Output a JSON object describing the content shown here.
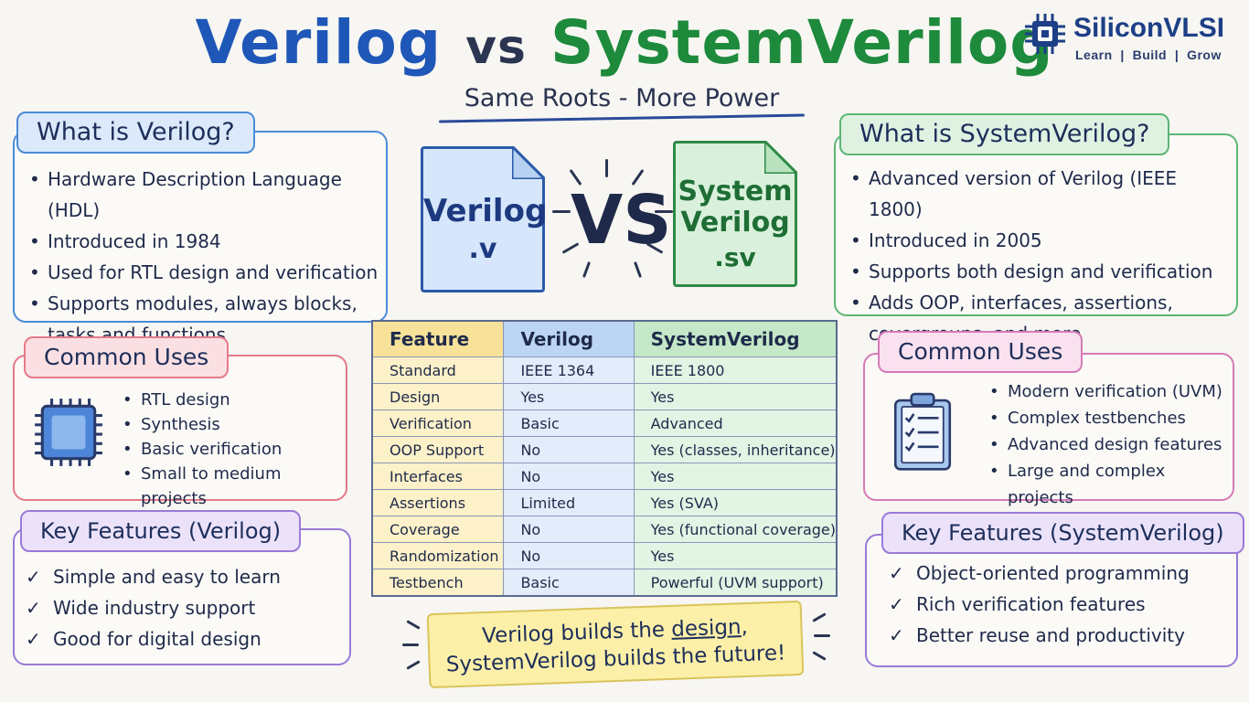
{
  "header": {
    "title_verilog": "Verilog",
    "title_vs": "vs",
    "title_systemverilog": "SystemVerilog",
    "subtitle": "Same Roots - More Power"
  },
  "logo": {
    "name_part1": "Silicon",
    "name_part2": "VLSI",
    "tagline": "Learn  |  Build  |  Grow",
    "icon": "chip-icon"
  },
  "left": {
    "what": {
      "heading": "What is Verilog?",
      "items": [
        "Hardware Description Language (HDL)",
        "Introduced in 1984",
        "Used for RTL design and verification",
        "Supports modules, always blocks,",
        "tasks and functions"
      ]
    },
    "uses": {
      "heading": "Common Uses",
      "icon": "cpu-chip-icon",
      "items": [
        "RTL design",
        "Synthesis",
        "Basic verification",
        "Small to medium projects"
      ]
    },
    "features": {
      "heading": "Key Features (Verilog)",
      "items": [
        "Simple and easy to learn",
        "Wide industry support",
        "Good for digital design"
      ]
    }
  },
  "right": {
    "what": {
      "heading": "What is SystemVerilog?",
      "items": [
        "Advanced version of Verilog (IEEE 1800)",
        "Introduced in 2005",
        "Supports both design and verification",
        "Adds OOP, interfaces, assertions,",
        "covergroups, and more"
      ]
    },
    "uses": {
      "heading": "Common Uses",
      "icon": "clipboard-checklist-icon",
      "items": [
        "Modern verification (UVM)",
        "Complex testbenches",
        "Advanced design features",
        "Large and complex projects"
      ]
    },
    "features": {
      "heading": "Key Features (SystemVerilog)",
      "items": [
        "Object-oriented programming",
        "Rich verification features",
        "Better reuse and productivity"
      ]
    }
  },
  "center": {
    "file_verilog": {
      "name": "Verilog",
      "ext": ".v"
    },
    "vs_label": "VS",
    "file_sv": {
      "name_line1": "System",
      "name_line2": "Verilog",
      "ext": ".sv"
    },
    "table": {
      "headers": [
        "Feature",
        "Verilog",
        "SystemVerilog"
      ],
      "rows": [
        [
          "Standard",
          "IEEE 1364",
          "IEEE 1800"
        ],
        [
          "Design",
          "Yes",
          "Yes"
        ],
        [
          "Verification",
          "Basic",
          "Advanced"
        ],
        [
          "OOP Support",
          "No",
          "Yes (classes, inheritance)"
        ],
        [
          "Interfaces",
          "No",
          "Yes"
        ],
        [
          "Assertions",
          "Limited",
          "Yes (SVA)"
        ],
        [
          "Coverage",
          "No",
          "Yes (functional coverage)"
        ],
        [
          "Randomization",
          "No",
          "Yes"
        ],
        [
          "Testbench",
          "Basic",
          "Powerful (UVM support)"
        ]
      ]
    },
    "quote": {
      "line1_pre": "Verilog builds the ",
      "line1_em": "design",
      "line1_post": ",",
      "line2": "SystemVerilog builds the future!"
    }
  },
  "colors": {
    "verilog_blue": "#1f57b8",
    "systemverilog_green": "#1e8a3c",
    "background": "#f7f6f2"
  }
}
